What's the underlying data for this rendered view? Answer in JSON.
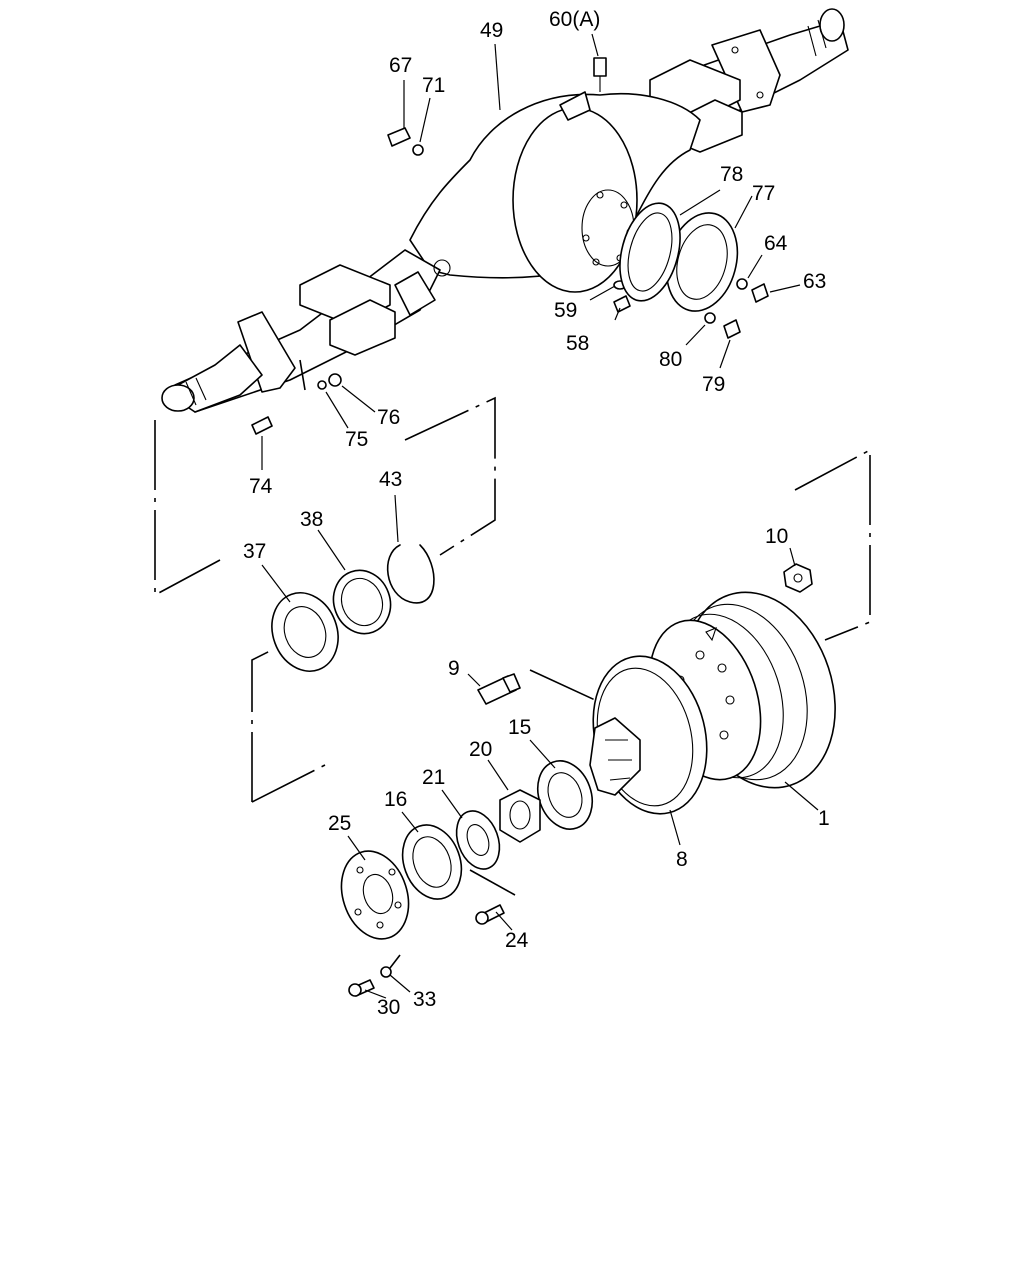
{
  "labels": {
    "p1": "1",
    "p8": "8",
    "p9": "9",
    "p10": "10",
    "p15": "15",
    "p16": "16",
    "p20": "20",
    "p21": "21",
    "p24": "24",
    "p25": "25",
    "p30": "30",
    "p33": "33",
    "p37": "37",
    "p38": "38",
    "p43": "43",
    "p49": "49",
    "p58": "58",
    "p59": "59",
    "p60": "60(A)",
    "p63": "63",
    "p64": "64",
    "p67": "67",
    "p71": "71",
    "p74": "74",
    "p75": "75",
    "p76": "76",
    "p77": "77",
    "p78": "78",
    "p79": "79",
    "p80": "80"
  }
}
